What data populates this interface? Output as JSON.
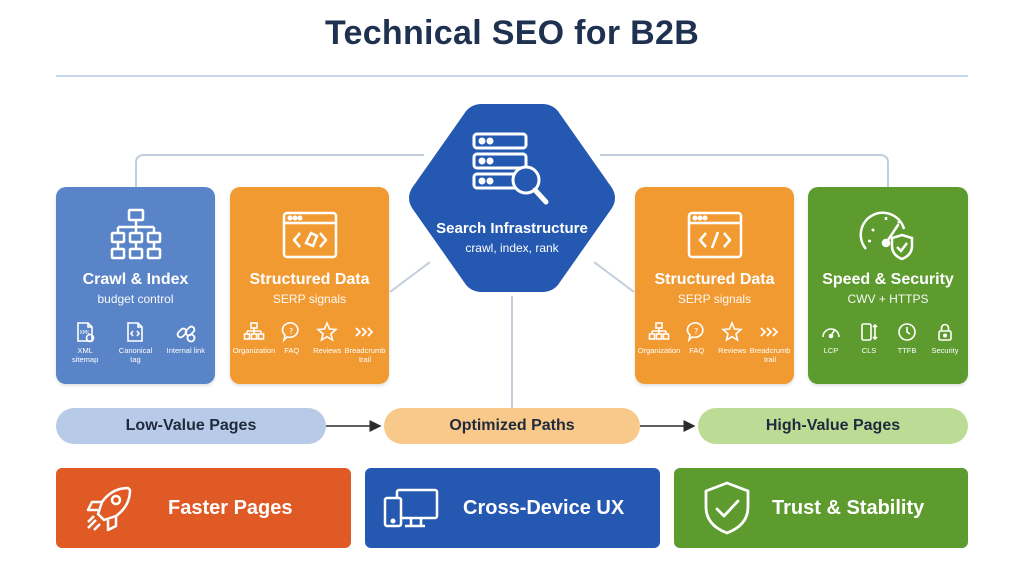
{
  "title": "Technical SEO for B2B",
  "colors": {
    "blue": "#5a84c8",
    "orange": "#f29a32",
    "green": "#5e9b2f",
    "navy": "#2558b0",
    "red_orange": "#e05a26",
    "pill_blue": "#b7cbe8",
    "pill_orange": "#f8c98a",
    "pill_green": "#bcdc95"
  },
  "hub": {
    "title": "Search Infrastructure",
    "subtitle": "crawl, index, rank",
    "icon": "server-search-icon"
  },
  "cards": [
    {
      "id": "crawl",
      "title": "Crawl & Index",
      "subtitle": "budget control",
      "icon": "sitemap-icon",
      "items": [
        {
          "icon": "xml-file-icon",
          "label": "XML sitemap"
        },
        {
          "icon": "code-file-icon",
          "label": "Canonical tag"
        },
        {
          "icon": "link-icon",
          "label": "Internal link"
        }
      ]
    },
    {
      "id": "structured-left",
      "title": "Structured Data",
      "subtitle": "SERP signals",
      "icon": "code-tag-window-icon",
      "items": [
        {
          "icon": "org-chart-icon",
          "label": "Organization"
        },
        {
          "icon": "faq-icon",
          "label": "FAQ"
        },
        {
          "icon": "star-icon",
          "label": "Reviews"
        },
        {
          "icon": "breadcrumb-icon",
          "label": "Breadcrumb trail"
        }
      ]
    },
    {
      "id": "structured-right",
      "title": "Structured Data",
      "subtitle": "SERP signals",
      "icon": "code-window-icon",
      "items": [
        {
          "icon": "org-chart-icon",
          "label": "Organization"
        },
        {
          "icon": "faq-icon",
          "label": "FAQ"
        },
        {
          "icon": "star-icon",
          "label": "Reviews"
        },
        {
          "icon": "breadcrumb-icon",
          "label": "Breadcrumb trail"
        }
      ]
    },
    {
      "id": "speed",
      "title": "Speed & Security",
      "subtitle": "CWV + HTTPS",
      "icon": "gauge-shield-icon",
      "items": [
        {
          "icon": "lcp-gauge-icon",
          "label": "LCP"
        },
        {
          "icon": "cls-icon",
          "label": "CLS"
        },
        {
          "icon": "clock-icon",
          "label": "TTFB"
        },
        {
          "icon": "lock-icon",
          "label": "Security"
        }
      ]
    }
  ],
  "flow": [
    {
      "label": "Low-Value Pages"
    },
    {
      "label": "Optimized Paths"
    },
    {
      "label": "High-Value Pages"
    }
  ],
  "benefits": [
    {
      "label": "Faster Pages",
      "icon": "rocket-icon"
    },
    {
      "label": "Cross-Device UX",
      "icon": "devices-icon"
    },
    {
      "label": "Trust & Stability",
      "icon": "shield-check-icon"
    }
  ]
}
